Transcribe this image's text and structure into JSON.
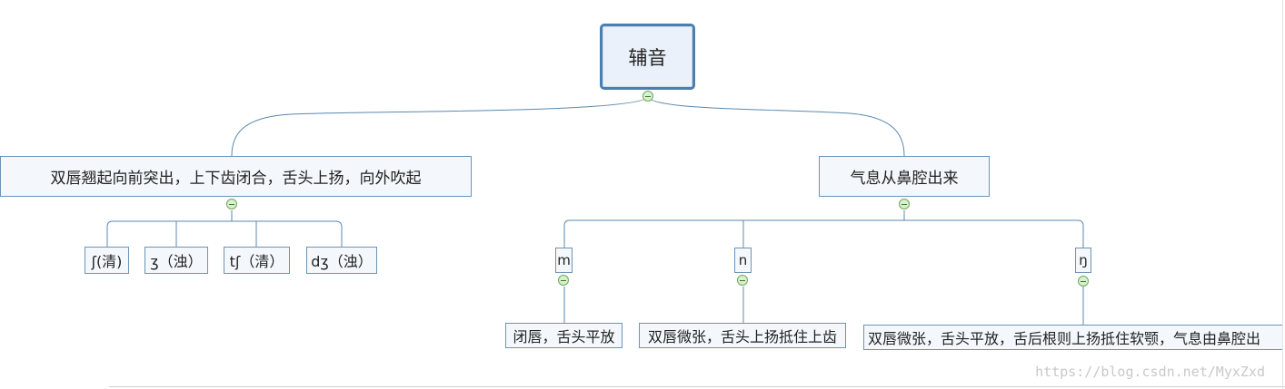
{
  "root": {
    "label": "辅音"
  },
  "branches": [
    {
      "label": "双唇翘起向前突出，上下齿闭合，舌头上扬，向外吹起",
      "children": [
        {
          "label": "ʃ(清)"
        },
        {
          "label": "ʒ（浊）"
        },
        {
          "label": "tʃ（清）"
        },
        {
          "label": "dʒ（浊）"
        }
      ]
    },
    {
      "label": "气息从鼻腔出来",
      "children": [
        {
          "label": "m",
          "desc": "闭唇，舌头平放"
        },
        {
          "label": "n",
          "desc": "双唇微张，舌头上扬抵住上齿"
        },
        {
          "label": "ŋ",
          "desc": "双唇微张，舌头平放，舌后根则上扬抵住软颚，气息由鼻腔出"
        }
      ]
    }
  ],
  "watermark": "https://blog.csdn.net/MyxZxd",
  "colors": {
    "connector": "#5b88ad",
    "node_fill": "#f4f8fc",
    "node_border": "#6d93b6",
    "root_border": "#4a7fae",
    "collapse_fill": "#d9efcf",
    "collapse_border": "#6ea85b"
  }
}
